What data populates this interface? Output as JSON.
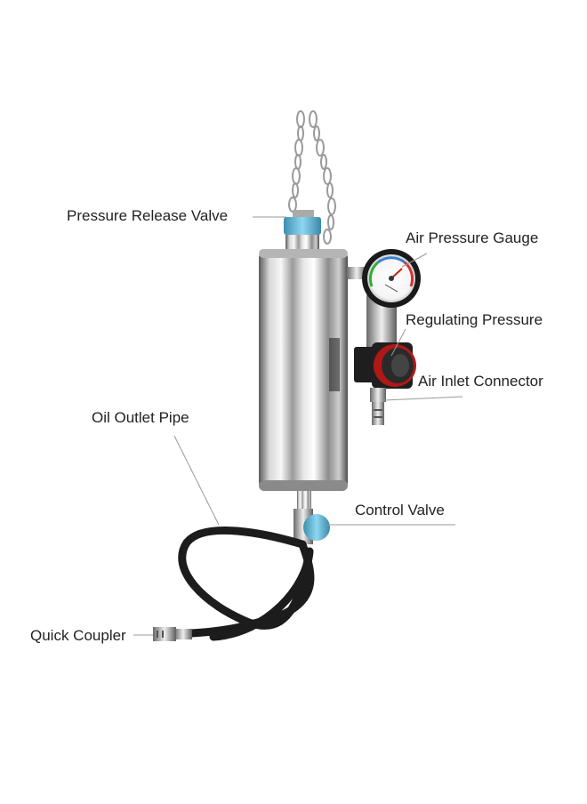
{
  "labels": {
    "pressure_release_valve": "Pressure Release Valve",
    "air_pressure_gauge": "Air Pressure Gauge",
    "regulating_pressure": "Regulating Pressure",
    "air_inlet_connector": "Air Inlet Connector",
    "oil_outlet_pipe": "Oil Outlet Pipe",
    "control_valve": "Control Valve",
    "quick_coupler": "Quick Coupler"
  },
  "colors": {
    "accent_blue": "#5bb8d8",
    "regulator_red": "#b01818",
    "hose": "#1c1c1c",
    "steel": "#c8c8c8"
  }
}
